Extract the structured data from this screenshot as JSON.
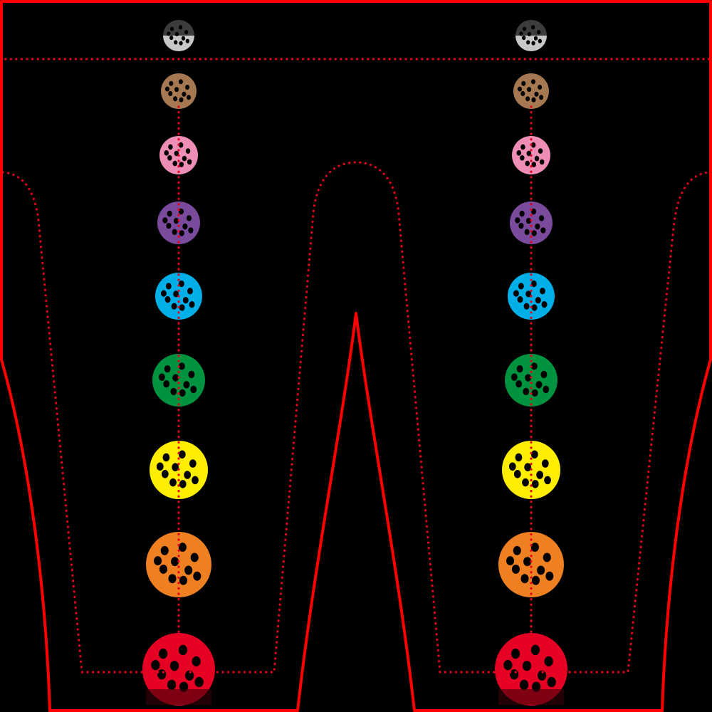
{
  "colors": {
    "background": "#000000",
    "cut_line": "#ff0000",
    "guide_line": "#e8001c",
    "hole": "#000000"
  },
  "panels": [
    {
      "name": "left-leg"
    },
    {
      "name": "right-leg"
    }
  ],
  "balls": [
    {
      "name": "white-black",
      "top": "#3c3c3c",
      "bottom": "#c8c8c8"
    },
    {
      "name": "brown",
      "color": "#a57852"
    },
    {
      "name": "pink",
      "color": "#ee8db5"
    },
    {
      "name": "purple",
      "color": "#7a4a9c"
    },
    {
      "name": "blue",
      "color": "#00aee8"
    },
    {
      "name": "green",
      "color": "#00933f"
    },
    {
      "name": "yellow",
      "color": "#ffee00"
    },
    {
      "name": "orange",
      "color": "#ee8021"
    },
    {
      "name": "red",
      "color": "#e60024"
    }
  ]
}
